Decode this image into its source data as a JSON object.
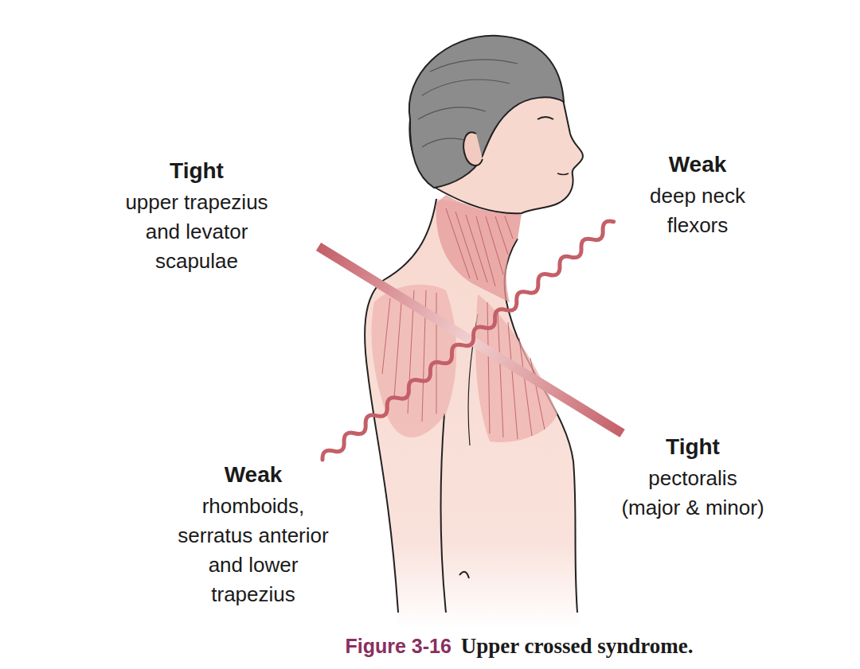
{
  "diagram": {
    "caption": "Upper crossed syndrome.",
    "labels": [
      "Tight",
      "upper trapezius and levator scapulae",
      "Weak",
      "deep neck flexors",
      "Tight",
      "pectoralis (major & minor)",
      "Weak",
      "rhomboids, serratus anterior and lower trapezius",
      "Figure 3-16"
    ]
  }
}
